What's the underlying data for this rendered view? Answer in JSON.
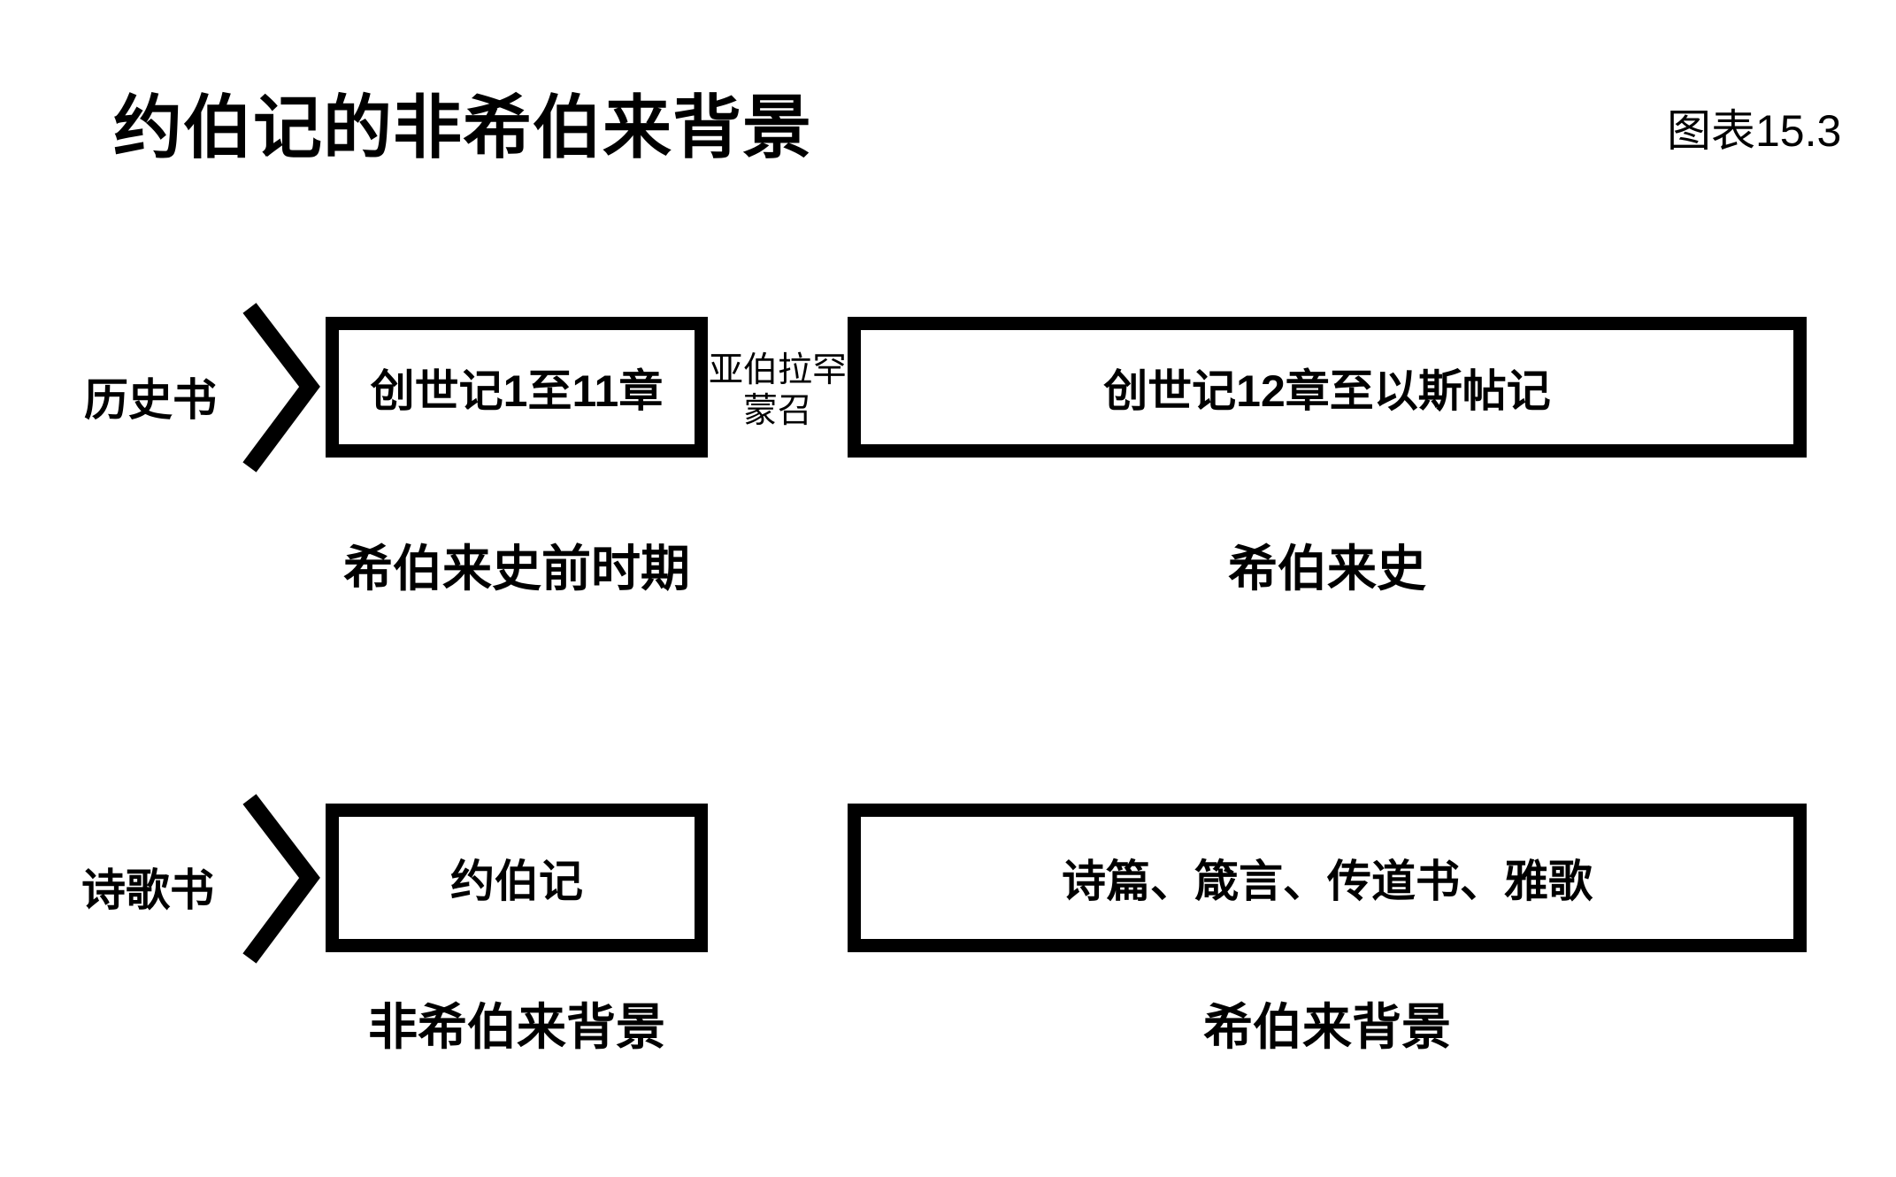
{
  "page": {
    "background_color": "#ffffff",
    "text_color": "#000000"
  },
  "header": {
    "title": "约伯记的非希伯来背景",
    "figure_label": "图表15.3"
  },
  "rows": [
    {
      "label": "历史书",
      "box1": "创世记1至11章",
      "between_line1": "亚伯拉罕",
      "between_line2": "蒙召",
      "box2": "创世记12章至以斯帖记",
      "caption1": "希伯来史前时期",
      "caption2": "希伯来史"
    },
    {
      "label": "诗歌书",
      "box1": "约伯记",
      "box2": "诗篇、箴言、传道书、雅歌",
      "caption1": "非希伯来背景",
      "caption2": "希伯来背景"
    }
  ],
  "icons": {
    "chevron": "right-pointing-angle-bracket"
  }
}
